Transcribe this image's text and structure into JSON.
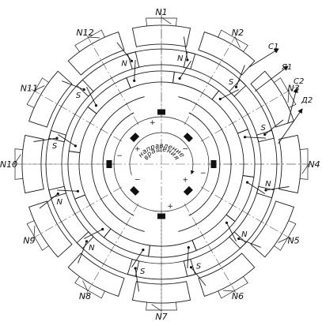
{
  "diagram": {
    "pole_labels": [
      "N1",
      "N2",
      "N3",
      "N4",
      "N5",
      "N6",
      "N7",
      "N8",
      "N9",
      "N10",
      "N11",
      "N12"
    ],
    "pole_polarity": [
      "N",
      "N",
      "S",
      "S",
      "N",
      "N",
      "S",
      "S",
      "N",
      "N",
      "S",
      "S"
    ],
    "terminals": [
      "C1",
      "Я1",
      "C2",
      "Д2"
    ],
    "rotation_text_top": "направление",
    "rotation_text_bottom": "вращения",
    "brush_signs": [
      "+",
      "−",
      "+",
      "−",
      "+",
      "−",
      "+",
      "−"
    ]
  }
}
